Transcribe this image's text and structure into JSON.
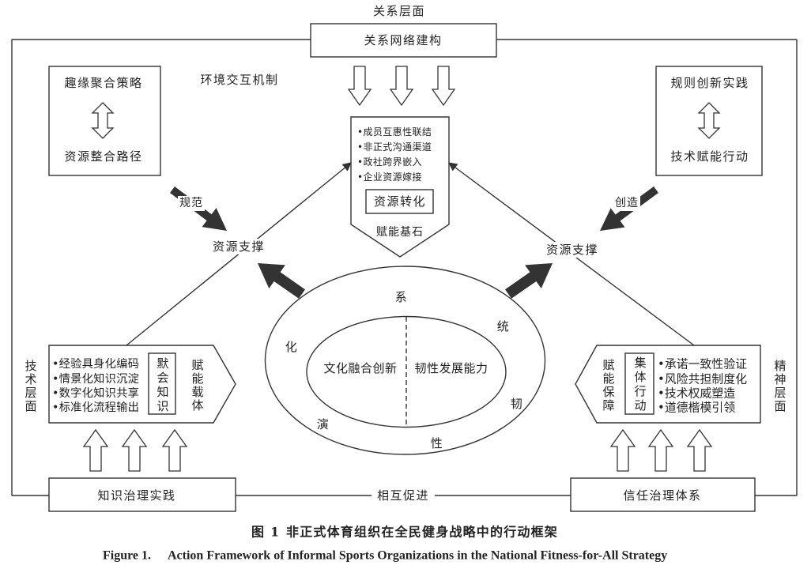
{
  "figure": {
    "relation_level_label": "关系层面",
    "relation_network_box": "关系网络建构",
    "environment_mechanism": "环境交互机制",
    "left_top_box": {
      "top": "趣缘聚合策略",
      "bottom": "资源整合路径"
    },
    "right_top_box": {
      "top": "规则创新实践",
      "bottom": "技术赋能行动"
    },
    "center_box": {
      "items": [
        "•成员互惠性联结",
        "•非正式沟通渠道",
        "•政社跨界嵌入",
        "•企业资源嫁接"
      ],
      "inner": "资源转化",
      "label": "赋能基石"
    },
    "left_arrow_label": "规范",
    "right_arrow_label": "创造",
    "left_support_label": "资源支撑",
    "right_support_label": "资源支撑",
    "ellipse": {
      "ring_chars": [
        "系",
        "统",
        "韧",
        "性",
        "演",
        "化"
      ],
      "left_text": "文化融合创新",
      "right_text": "韧性发展能力"
    },
    "left_block": {
      "side_label": "技术层面",
      "items": [
        "•经验具身化编码",
        "•情景化知识沉淀",
        "•数字化知识共享",
        "•标准化流程输出"
      ],
      "inner": "默会知识",
      "label": "赋能载体"
    },
    "right_block": {
      "side_label": "精神层面",
      "label": "赋能保障",
      "inner": "集体行动",
      "items": [
        "•承诺一致性验证",
        "•风险共担制度化",
        "•技术权威塑造",
        "•道德楷模引领"
      ]
    },
    "bottom_left_box": "知识治理实践",
    "bottom_right_box": "信任治理体系",
    "mutual_label": "相互促进"
  },
  "caption": {
    "zh_label": "图 1",
    "zh_title": "非正式体育组织在全民健身战略中的行动框架",
    "en_label": "Figure 1.",
    "en_title": "Action Framework of Informal Sports Organizations in the National Fitness-for-All Strategy"
  },
  "colors": {
    "line": "#333333",
    "dark_arrow": "#333333",
    "background": "#ffffff",
    "text": "#222222"
  }
}
